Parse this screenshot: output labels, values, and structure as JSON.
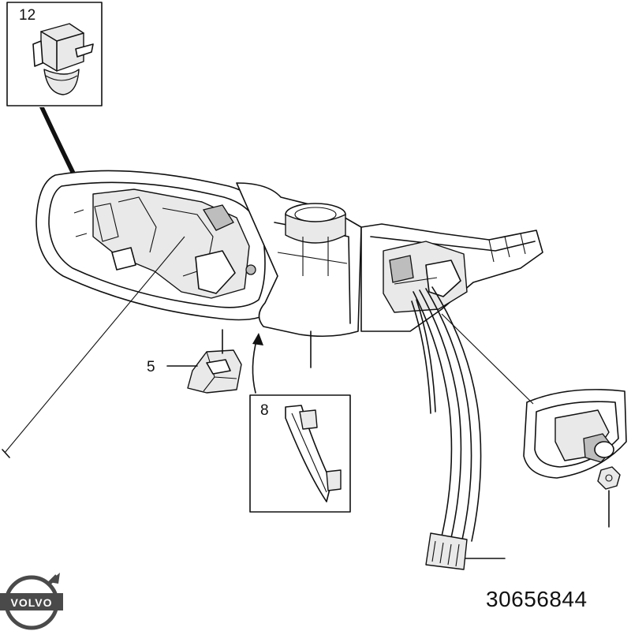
{
  "callouts": {
    "c12": "12",
    "c5": "5",
    "c8": "8"
  },
  "brand": {
    "logo_text": "VOLVO",
    "color": "#4a4a4a"
  },
  "part_number": "30656844"
}
